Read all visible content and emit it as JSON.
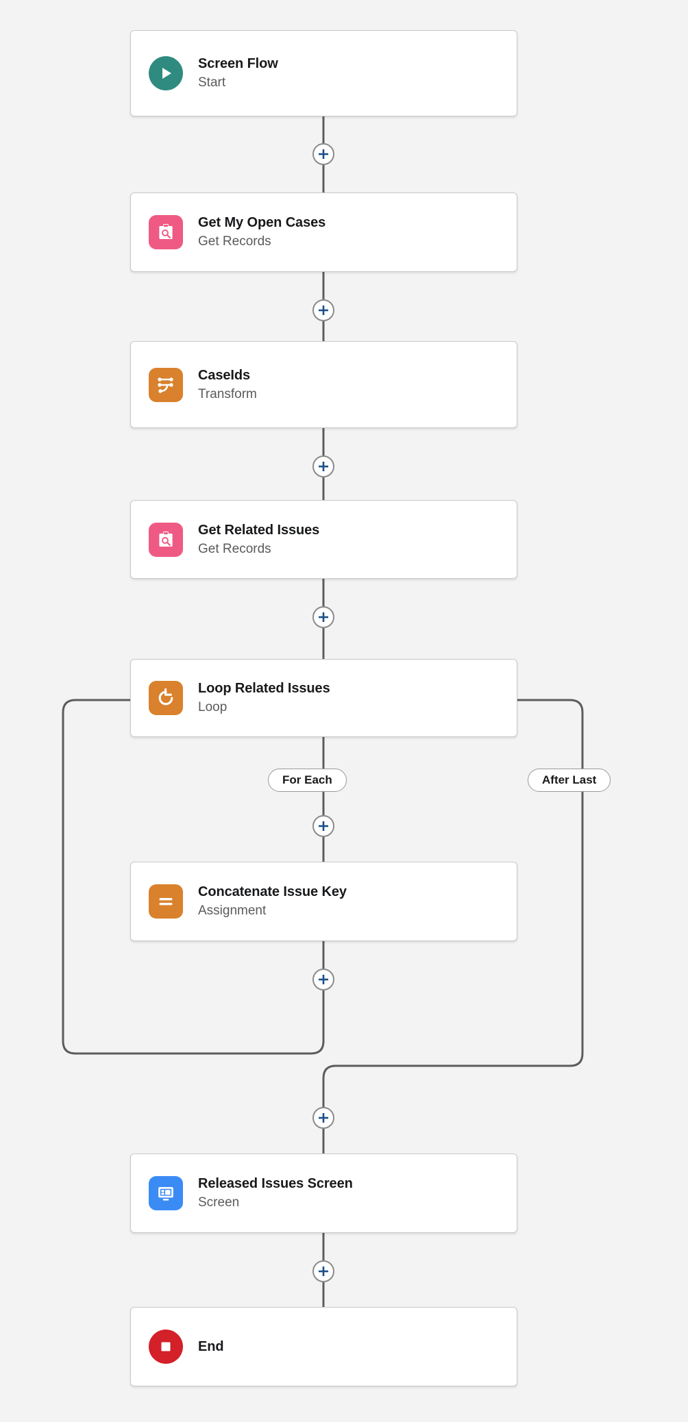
{
  "canvas": {
    "background": "#f3f3f3",
    "connector_color": "#5c5c5c",
    "plus_color": "#1b4f8a"
  },
  "flow": {
    "nodes": [
      {
        "id": "start",
        "title": "Screen Flow",
        "subtitle": "Start",
        "icon": "play-icon",
        "icon_color": "#2f8b80",
        "icon_shape": "circle"
      },
      {
        "id": "get-my-open-cases",
        "title": "Get My Open Cases",
        "subtitle": "Get Records",
        "icon": "clipboard-search-icon",
        "icon_color": "#ef5a84",
        "icon_shape": "rounded-square"
      },
      {
        "id": "caseids",
        "title": "CaseIds",
        "subtitle": "Transform",
        "icon": "transform-nodes-icon",
        "icon_color": "#d9812c",
        "icon_shape": "rounded-square"
      },
      {
        "id": "get-related-issues",
        "title": "Get Related Issues",
        "subtitle": "Get Records",
        "icon": "clipboard-search-icon",
        "icon_color": "#ef5a84",
        "icon_shape": "rounded-square"
      },
      {
        "id": "loop-related-issues",
        "title": "Loop Related Issues",
        "subtitle": "Loop",
        "icon": "loop-refresh-icon",
        "icon_color": "#d9812c",
        "icon_shape": "rounded-square"
      },
      {
        "id": "concatenate-issue-key",
        "title": "Concatenate Issue Key",
        "subtitle": "Assignment",
        "icon": "equals-icon",
        "icon_color": "#d9812c",
        "icon_shape": "rounded-square"
      },
      {
        "id": "released-issues-screen",
        "title": "Released Issues Screen",
        "subtitle": "Screen",
        "icon": "monitor-icon",
        "icon_color": "#3b8bf5",
        "icon_shape": "rounded-square"
      },
      {
        "id": "end",
        "title": "End",
        "subtitle": "",
        "icon": "stop-square-icon",
        "icon_color": "#d32029",
        "icon_shape": "circle"
      }
    ],
    "branch_labels": [
      {
        "id": "for-each",
        "label": "For Each"
      },
      {
        "id": "after-last",
        "label": "After Last"
      }
    ],
    "add_buttons": [
      {
        "id": "add-after-start"
      },
      {
        "id": "add-after-get-my-open-cases"
      },
      {
        "id": "add-after-caseids"
      },
      {
        "id": "add-after-get-related-issues"
      },
      {
        "id": "add-in-loop-before-assignment"
      },
      {
        "id": "add-in-loop-after-assignment"
      },
      {
        "id": "add-after-loop"
      },
      {
        "id": "add-after-screen"
      }
    ]
  }
}
